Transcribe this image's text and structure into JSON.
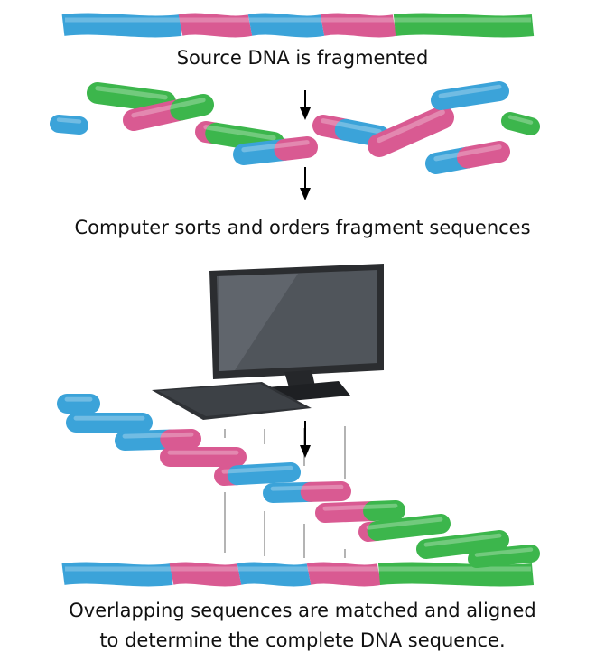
{
  "captions": {
    "step1": "Source DNA is fragmented",
    "step2": "Computer sorts and orders fragment sequences",
    "step3_line1": "Overlapping sequences are matched and aligned",
    "step3_line2": "to determine the complete DNA sequence."
  },
  "colors": {
    "blue": "#3ba3d9",
    "pink": "#d95a92",
    "green": "#3cb64c",
    "arrow": "#000000"
  },
  "icons": [
    "arrow-down-icon",
    "computer-icon"
  ]
}
